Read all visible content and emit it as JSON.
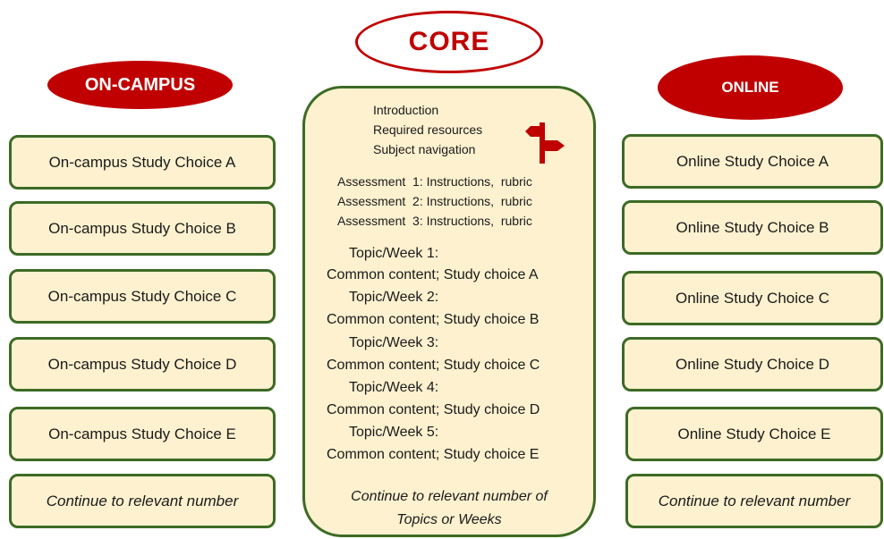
{
  "core": {
    "title": "CORE",
    "intro_items": [
      "Introduction",
      "Required resources",
      "Subject navigation"
    ],
    "assessments": [
      "Assessment  1: Instructions,  rubric",
      "Assessment  2: Instructions,  rubric",
      "Assessment  3: Instructions,  rubric"
    ],
    "topics": [
      {
        "heading": "Topic/Week 1:",
        "content": "Common content; Study choice A"
      },
      {
        "heading": "Topic/Week 2:",
        "content": "Common content; Study choice B"
      },
      {
        "heading": "Topic/Week 3:",
        "content": "Common content; Study choice C"
      },
      {
        "heading": "Topic/Week 4:",
        "content": "Common content; Study choice D"
      },
      {
        "heading": "Topic/Week 5:",
        "content": "Common content; Study choice E"
      }
    ],
    "continue_lines": [
      "Continue to relevant number of",
      "Topics or Weeks"
    ],
    "signpost_icon": "signpost-icon",
    "accent_color": "#c00000"
  },
  "oncampus": {
    "title": "ON-CAMPUS",
    "choices": [
      "On-campus Study Choice A",
      "On-campus Study Choice B",
      "On-campus Study Choice C",
      "On-campus Study Choice D",
      "On-campus Study Choice E"
    ],
    "continue": "Continue to relevant number"
  },
  "online": {
    "title": "ONLINE",
    "choices": [
      "Online Study Choice A",
      "Online Study Choice B",
      "Online Study Choice C",
      "Online Study Choice D",
      "Online Study Choice E"
    ],
    "continue": "Continue to relevant number"
  },
  "colors": {
    "oval_fill": "#c00000",
    "box_fill": "#fdf1cf",
    "box_border": "#3d6b25"
  }
}
